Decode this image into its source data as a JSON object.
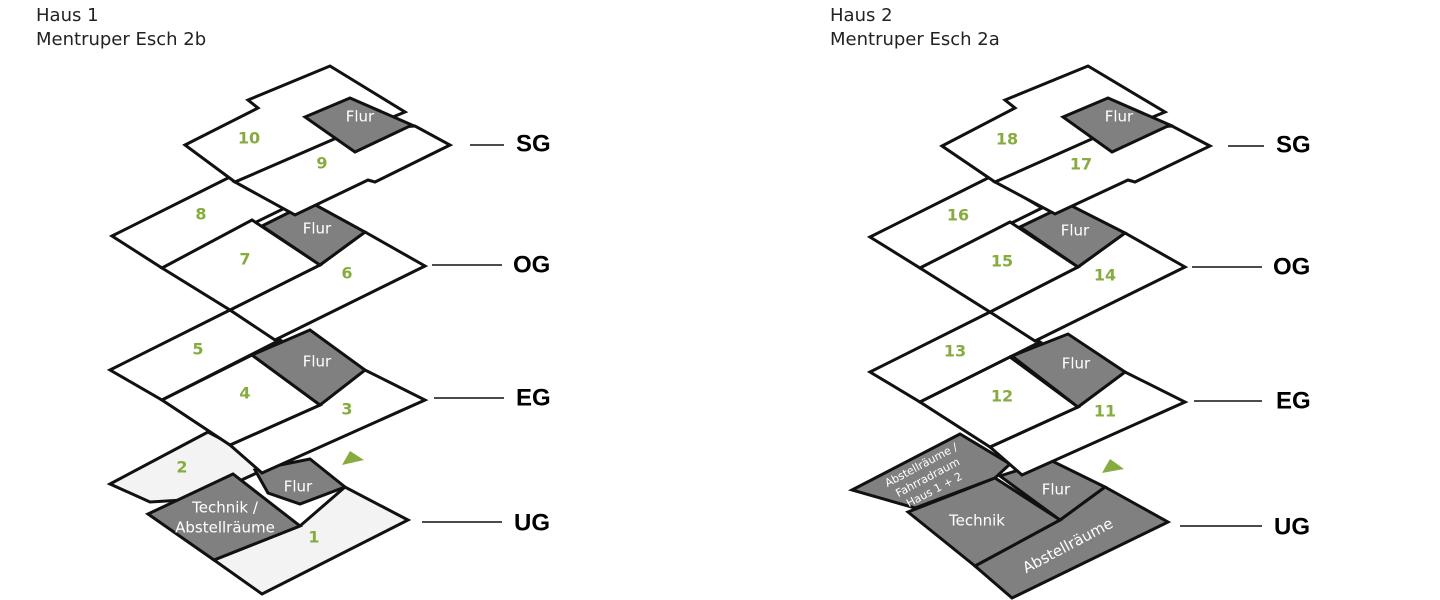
{
  "houses": [
    {
      "name": "Haus 1",
      "address": "Mentruper Esch 2b",
      "floors": [
        {
          "label": "SG",
          "units": [
            "10",
            "9"
          ],
          "rooms": [
            "Flur"
          ]
        },
        {
          "label": "OG",
          "units": [
            "8",
            "7",
            "6"
          ],
          "rooms": [
            "Flur"
          ]
        },
        {
          "label": "EG",
          "units": [
            "5",
            "4",
            "3"
          ],
          "rooms": [
            "Flur"
          ]
        },
        {
          "label": "UG",
          "units": [
            "2",
            "1"
          ],
          "rooms": [
            "Flur",
            "Technik /",
            "Abstellräume"
          ]
        }
      ]
    },
    {
      "name": "Haus 2",
      "address": "Mentruper Esch 2a",
      "floors": [
        {
          "label": "SG",
          "units": [
            "18",
            "17"
          ],
          "rooms": [
            "Flur"
          ]
        },
        {
          "label": "OG",
          "units": [
            "16",
            "15",
            "14"
          ],
          "rooms": [
            "Flur"
          ]
        },
        {
          "label": "EG",
          "units": [
            "13",
            "12",
            "11"
          ],
          "rooms": [
            "Flur"
          ]
        },
        {
          "label": "UG",
          "units": [],
          "rooms": [
            "Flur",
            "Technik",
            "Abstellräume",
            "Abstellräume /",
            "Fahrradraum",
            "Haus 1 + 2"
          ]
        }
      ]
    }
  ],
  "colors": {
    "unit_number": "#86ac3f",
    "room_dark": "#808080",
    "unit_fill": "#ffffff",
    "unit_fill_light": "#f3f3f3",
    "outline": "#111111"
  }
}
